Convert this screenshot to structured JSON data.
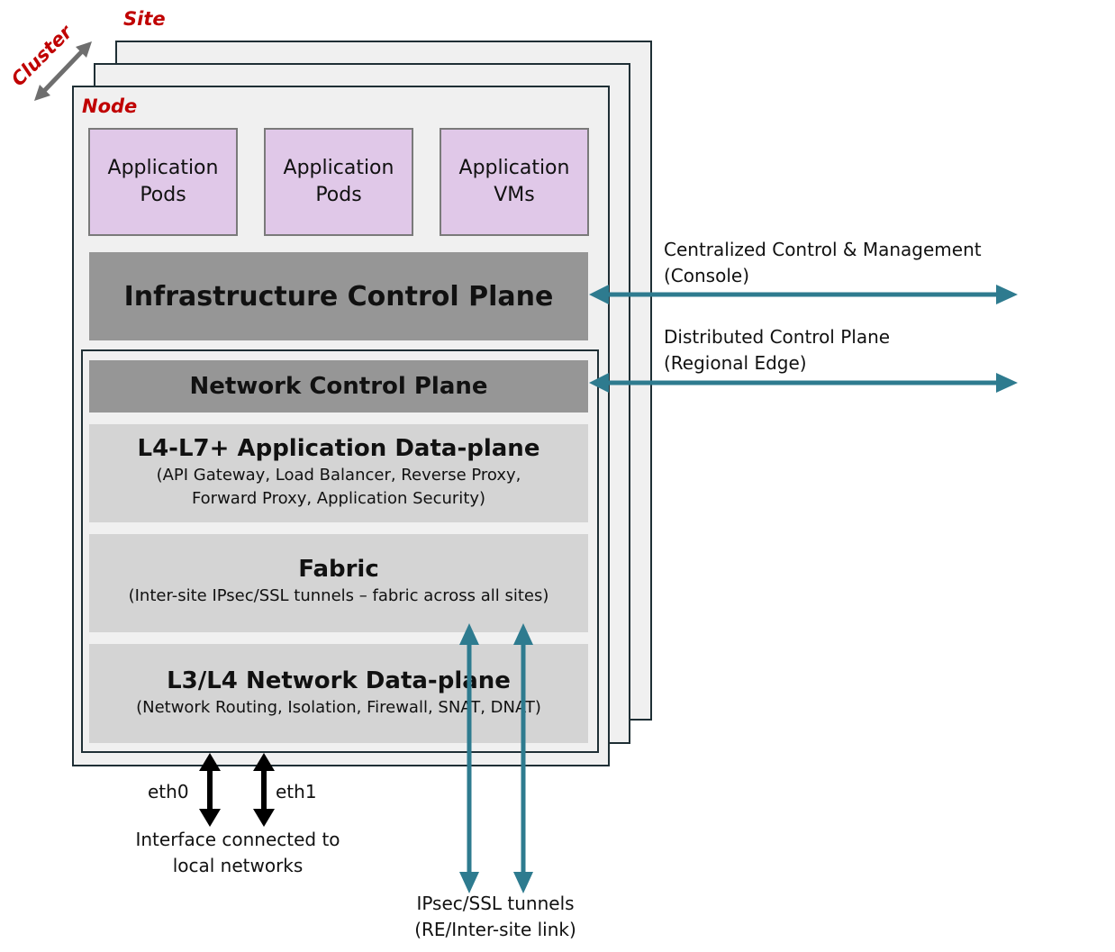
{
  "labels": {
    "site": "Site",
    "cluster": "Cluster",
    "node": "Node"
  },
  "app_boxes": [
    {
      "text": "Application\nPods"
    },
    {
      "text": "Application\nPods"
    },
    {
      "text": "Application\nVMs"
    }
  ],
  "infra_control_plane": "Infrastructure Control Plane",
  "network_control_plane": "Network Control Plane",
  "app_dataplane": {
    "title": "L4-L7+ Application Data-plane",
    "subtitle": "(API Gateway, Load Balancer, Reverse Proxy,\nForward Proxy, Application Security)"
  },
  "fabric": {
    "title": "Fabric",
    "subtitle": "(Inter-site IPsec/SSL tunnels – fabric across all sites)"
  },
  "network_dataplane": {
    "title": "L3/L4 Network Data-plane",
    "subtitle": "(Network Routing, Isolation, Firewall, SNAT, DNAT)"
  },
  "right_labels": {
    "centralized": "Centralized Control & Management\n(Console)",
    "distributed": "Distributed Control Plane\n(Regional Edge)"
  },
  "bottom_labels": {
    "eth0": "eth0",
    "eth1": "eth1",
    "interface": "Interface connected to\nlocal networks",
    "tunnels": "IPsec/SSL tunnels\n(RE/Inter-site link)"
  },
  "colors": {
    "teal_arrow": "#2e7b8f",
    "black_arrow": "#000000",
    "grey_arrow": "#6e6e6e",
    "red_label": "#c00000",
    "app_box_fill": "#e0c8e8"
  },
  "icons": [
    "double-arrow-icon"
  ]
}
